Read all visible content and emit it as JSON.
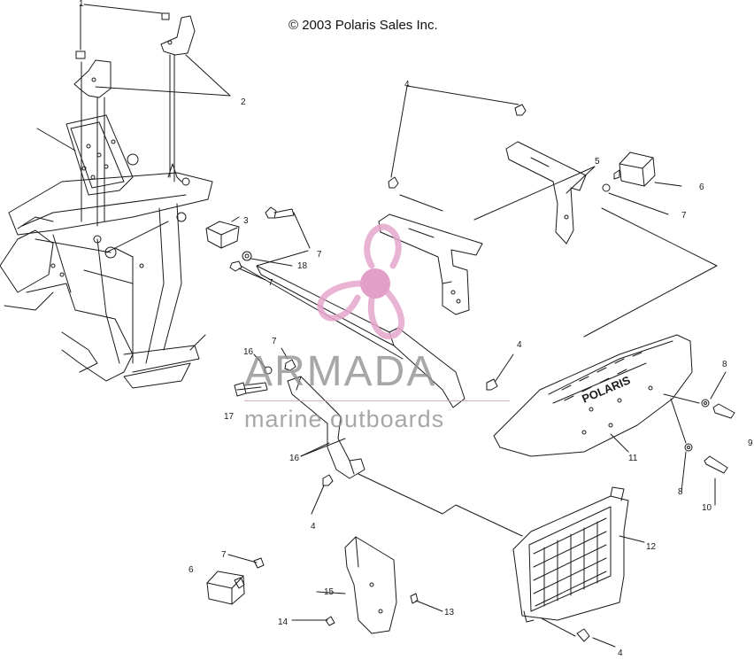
{
  "copyright": "© 2003 Polaris Sales Inc.",
  "watermark": {
    "brand": "ARMADA",
    "tagline": "marine outboards",
    "logo_icon": "propeller-logo-icon",
    "colors": {
      "logo": "#e6a6cc",
      "logo_hub": "#dc8fc0",
      "text": "#8f8f8f"
    }
  },
  "part_labels": [
    "1",
    "2",
    "3",
    "4",
    "4",
    "4",
    "4",
    "5",
    "6",
    "7",
    "7",
    "7",
    "7",
    "7",
    "8",
    "8",
    "9",
    "10",
    "11",
    "12",
    "13",
    "14",
    "15",
    "16",
    "16",
    "17",
    "18",
    "6"
  ],
  "bumper_emblem": "POLARIS",
  "colors": {
    "line": "#1a1a1a",
    "paper": "#ffffff"
  }
}
